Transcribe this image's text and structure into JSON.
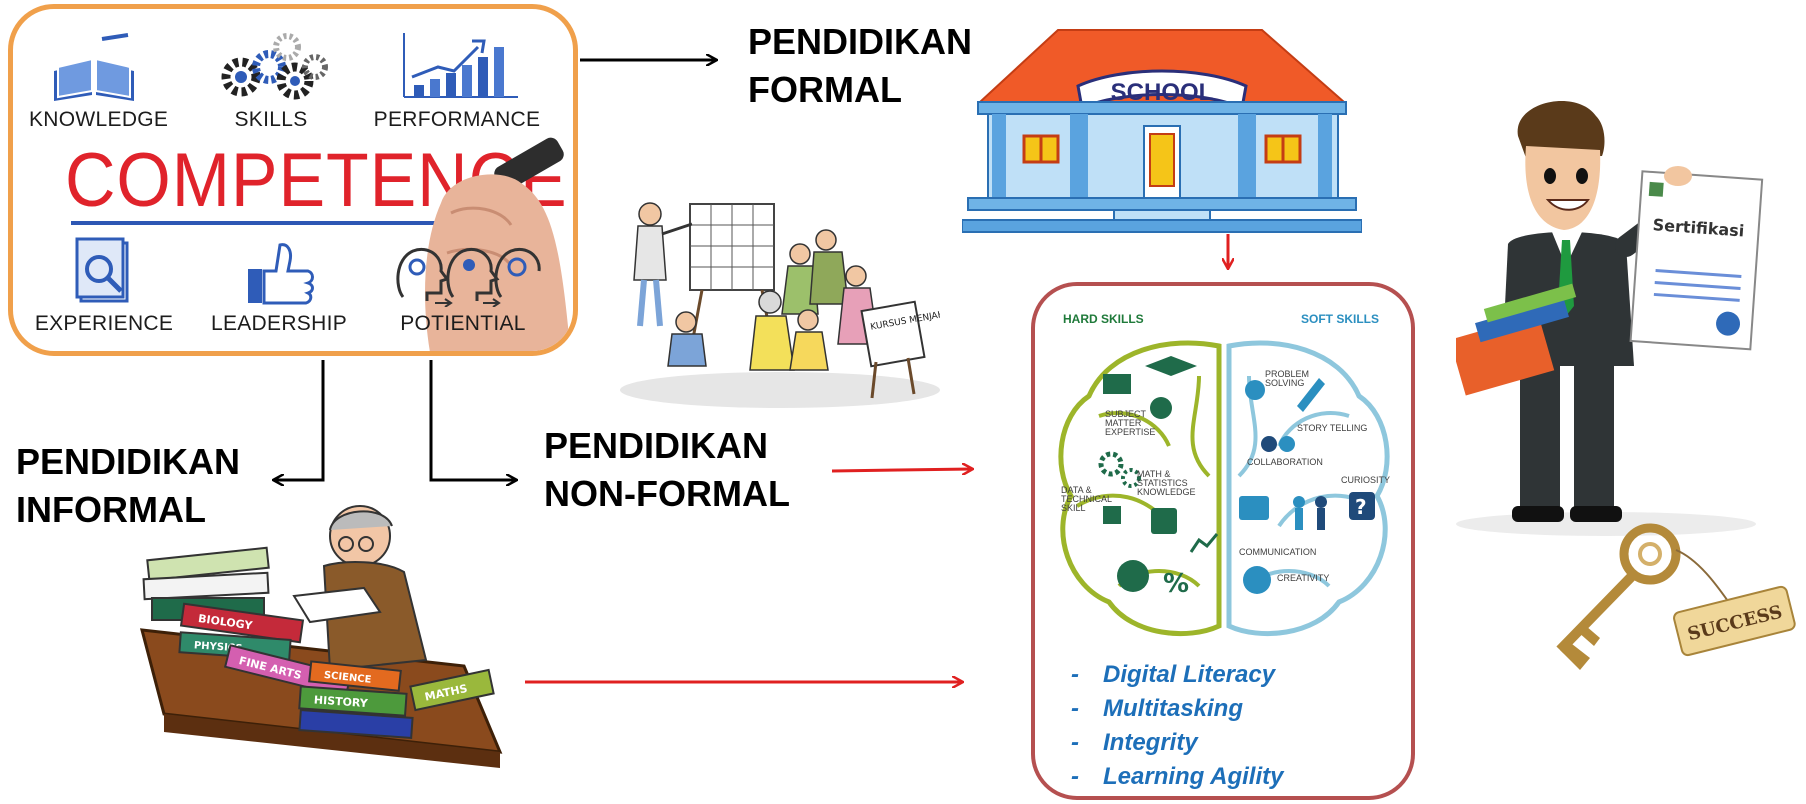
{
  "competence": {
    "title": "COMPETENCE",
    "items": [
      {
        "label": "KNOWLEDGE",
        "icon": "book-icon"
      },
      {
        "label": "SKILLS",
        "icon": "gears-icon"
      },
      {
        "label": "PERFORMANCE",
        "icon": "growth-chart-icon"
      },
      {
        "label": "EXPERIENCE",
        "icon": "document-magnifier-icon"
      },
      {
        "label": "LEADERSHIP",
        "icon": "thumbs-up-icon"
      },
      {
        "label": "POTIENTIAL",
        "icon": "head-profile-icon"
      }
    ]
  },
  "formal": {
    "line1": "PENDIDIKAN",
    "line2": "FORMAL",
    "school_sign": "SCHOOL"
  },
  "informal": {
    "line1": "PENDIDIKAN",
    "line2": "INFORMAL",
    "book_spines": [
      "BIOLOGY",
      "PHYSICS",
      "FINE ARTS",
      "SCIENCE",
      "HISTORY",
      "MATHS"
    ]
  },
  "nonformal": {
    "line1": "PENDIDIKAN",
    "line2": "NON-FORMAL",
    "sign_text": "KURSUS MENJAHIT GRATIS"
  },
  "skills": {
    "hard_title": "HARD SKILLS",
    "soft_title": "SOFT SKILLS",
    "hard_items": [
      "SUBJECT MATTER EXPERTISE",
      "MATH & STATISTICS KNOWLEDGE",
      "DATA & TECHNICAL SKILL"
    ],
    "soft_items": [
      "PROBLEM SOLVING",
      "STORY TELLING",
      "COLLABORATION",
      "CURIOSITY",
      "COMMUNICATION",
      "CREATIVITY"
    ],
    "list": [
      "Digital Literacy",
      "Multitasking",
      "Integrity",
      "Learning Agility"
    ],
    "dash": "-"
  },
  "certificate": {
    "text": "Sertifikasi"
  },
  "key": {
    "tag": "SUCCESS"
  },
  "colors": {
    "orange_border": "#f0a04b",
    "red_arrow": "#e02020",
    "skills_border": "#b55050",
    "skill_text": "#1d6fb9",
    "hard_color": "#9db52a",
    "soft_color": "#8ec7dd"
  }
}
